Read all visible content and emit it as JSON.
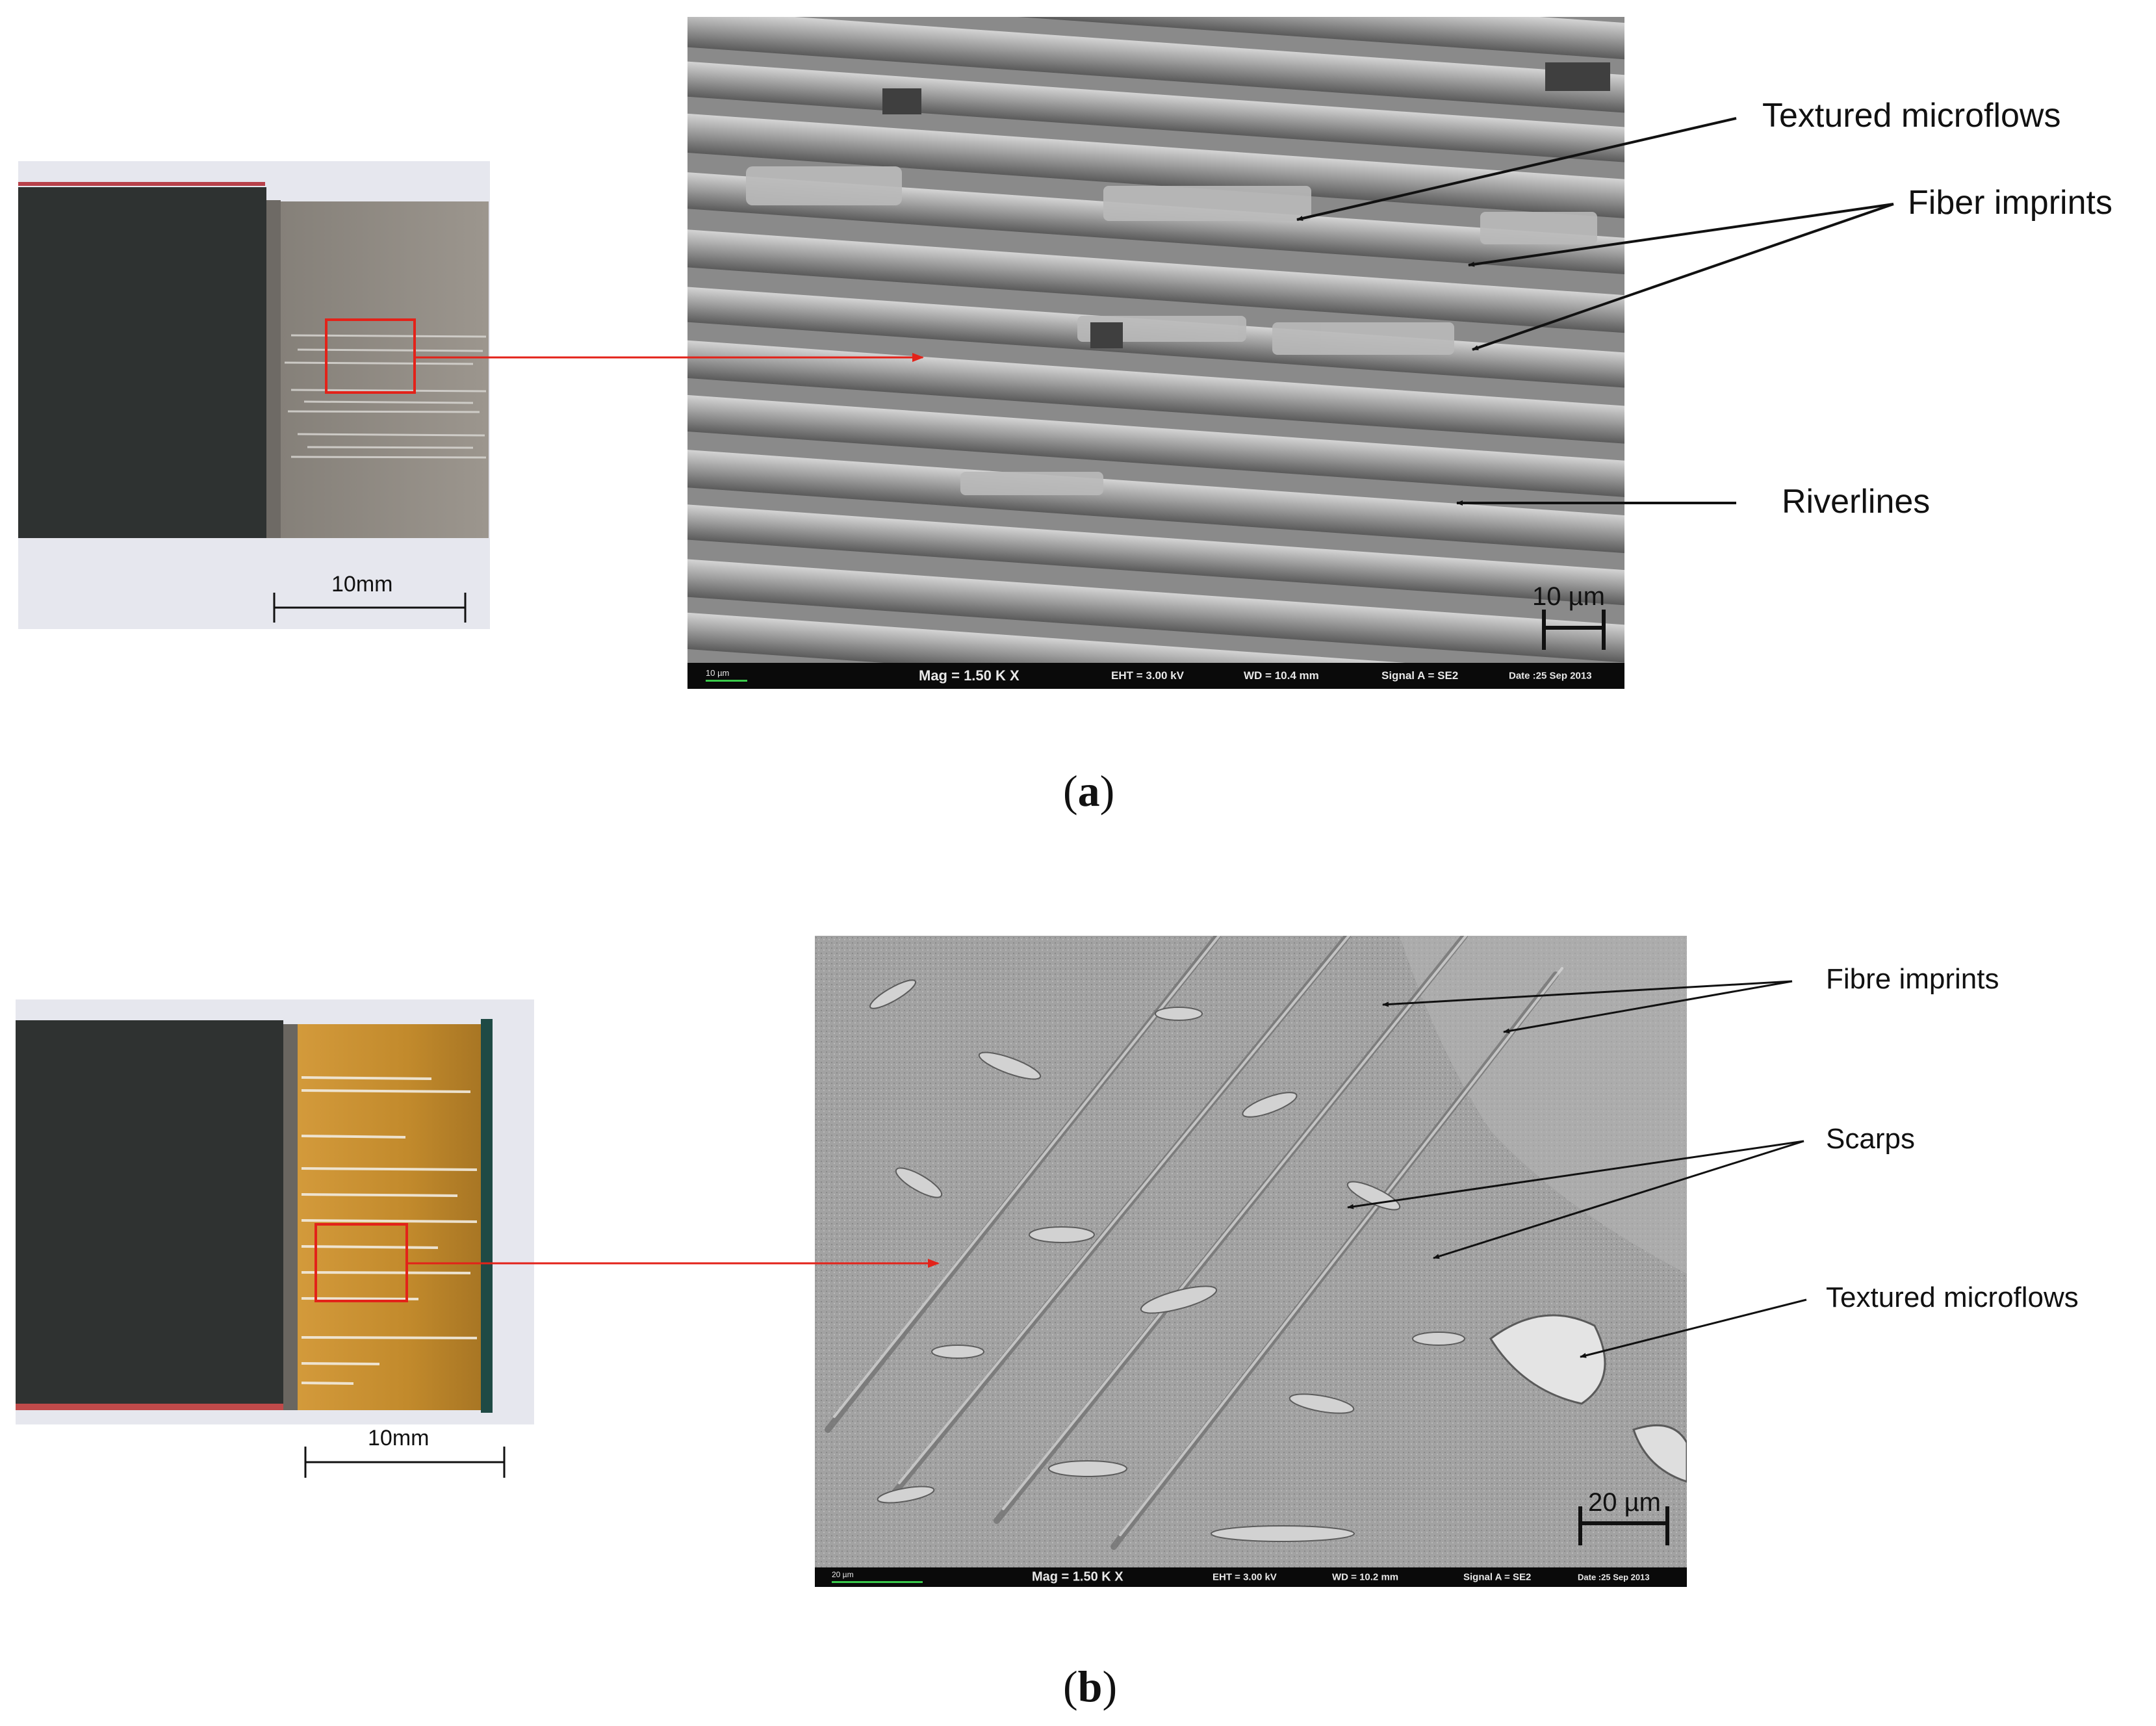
{
  "panel_a": {
    "caption_letter": "a",
    "photo_scale_label": "10mm",
    "sem_scale_label": "10 µm",
    "sem_bar": {
      "micro_scale": "10 µm",
      "mag": "Mag =   1.50 K X",
      "eht": "EHT =  3.00 kV",
      "wd": "WD = 10.4 mm",
      "signal": "Signal A = SE2",
      "date": "Date :25 Sep 2013"
    },
    "annotations": {
      "textured_microflows": "Textured microflows",
      "fiber_imprints": "Fiber imprints",
      "riverlines": "Riverlines"
    }
  },
  "panel_b": {
    "caption_letter": "b",
    "photo_scale_label": "10mm",
    "sem_scale_label": "20 µm",
    "sem_bar": {
      "micro_scale": "20 µm",
      "mag": "Mag =   1.50 K X",
      "eht": "EHT =  3.00 kV",
      "wd": "WD = 10.2 mm",
      "signal": "Signal A = SE2",
      "date": "Date :25 Sep 2013"
    },
    "annotations": {
      "fibre_imprints": "Fibre imprints",
      "scarps": "Scarps",
      "textured_microflows": "Textured microflows"
    }
  },
  "colors": {
    "highlight_red": "#e32219",
    "specimen_dark": "#2f3231",
    "fracture_grey": "#8f8a84",
    "fracture_amber": "#c08a2a"
  }
}
